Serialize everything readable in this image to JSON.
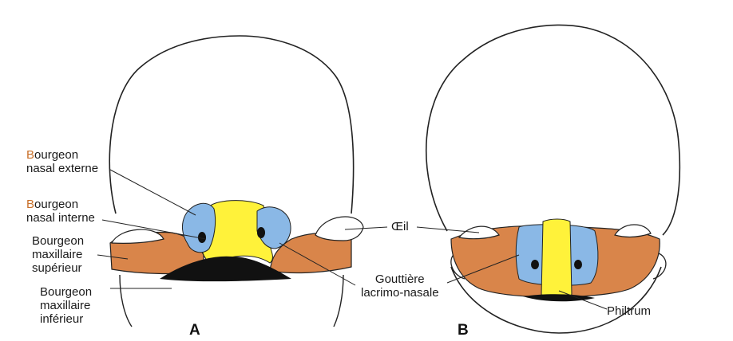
{
  "figure": {
    "panels": [
      {
        "id": "A",
        "letter": "A"
      },
      {
        "id": "B",
        "letter": "B"
      }
    ],
    "labels": {
      "nasal_externe": {
        "initial": "B",
        "line1_rest": "ourgeon",
        "line2": "nasal externe"
      },
      "nasal_interne": {
        "initial": "B",
        "line1_rest": "ourgeon",
        "line2": "nasal interne"
      },
      "maxillaire_superieur": {
        "line1": "Bourgeon",
        "line2": "maxillaire",
        "line3": "supérieur"
      },
      "maxillaire_inferieur": {
        "line1": "Bourgeon",
        "line2": "maxillaire",
        "line3": "inférieur"
      },
      "oeil": "Œil",
      "gouttiere": {
        "line1": "Gouttière",
        "line2": "lacrimo-nasale"
      },
      "philtrum": "Philtrum"
    },
    "colors": {
      "nasal_externe": "#8ab8e6",
      "nasal_interne": "#fff23a",
      "maxillaire": "#d9854a",
      "outline": "#222222",
      "initial_letter": "#c9702a"
    }
  }
}
